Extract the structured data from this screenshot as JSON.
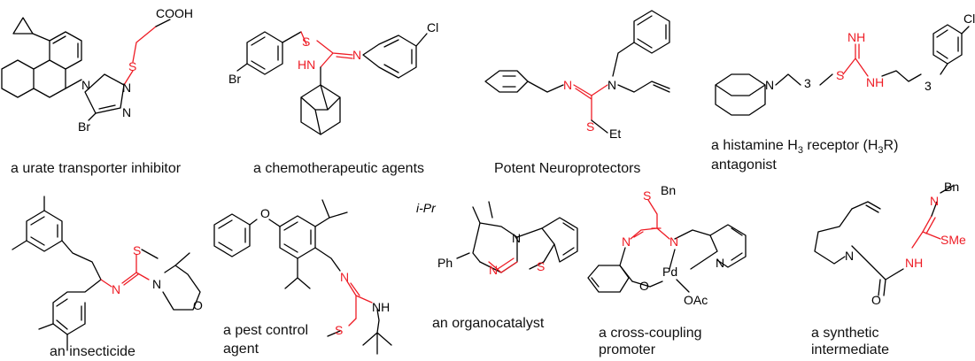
{
  "colors": {
    "highlight": "#ee1c25",
    "bond": "#000000"
  },
  "labels": {
    "m1": "a urate transporter inhibitor",
    "m2": "a chemotherapeutic agents",
    "m3": "Potent Neuroprotectors",
    "m4a": "a histamine H",
    "m4sub1": "3",
    "m4b": " receptor (H",
    "m4sub2": "3",
    "m4c": "R)",
    "m4d": "antagonist",
    "m5": "an insecticide",
    "m6a": "a pest control",
    "m6b": "agent",
    "m7": "an organocatalyst",
    "m8a": "a cross-coupling",
    "m8b": "promoter",
    "m9a": "a synthetic",
    "m9b": "intermediate"
  },
  "atoms": {
    "cooh": "COOH",
    "s": "S",
    "n": "N",
    "br": "Br",
    "cl": "Cl",
    "hn": "HN",
    "nh": "NH",
    "nhimine": "NH",
    "et": "Et",
    "o": "O",
    "ipr": "i-Pr",
    "ph": "Ph",
    "bn": "Bn",
    "pd": "Pd",
    "oac": "OAc",
    "sme": "SMe",
    "sub3": "3"
  }
}
